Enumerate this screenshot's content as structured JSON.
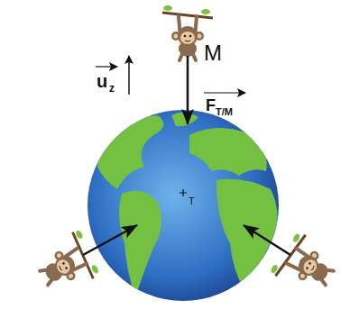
{
  "diagram": {
    "labels": [
      "u",
      "z",
      "M",
      "F",
      "T/M",
      "T"
    ]
  }
}
